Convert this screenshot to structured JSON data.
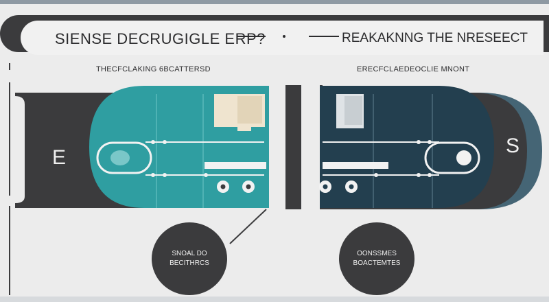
{
  "header": {
    "left_title": "SIENSE DECRUGIGLE ERP?",
    "right_title": "REAKAKNNG THE NRESEECT"
  },
  "subtitles": {
    "left": "THECFCLAKING 6BCATTERSD",
    "right": "ERECFCLAEDEOCLIE MNONT"
  },
  "side_letters": {
    "left": "E",
    "right": "S"
  },
  "circle_labels": {
    "left": {
      "line1": "SNOAL DO",
      "line2": "BECITHRCS"
    },
    "right": {
      "line1": "OONSSMES",
      "line2": "BOACTEMTES"
    }
  },
  "colors": {
    "dark": "#3b3b3d",
    "teal": "#2f9ea1",
    "navy": "#233f4f",
    "slate": "#456575",
    "cream": "#efe4cf",
    "light": "#ececec"
  }
}
